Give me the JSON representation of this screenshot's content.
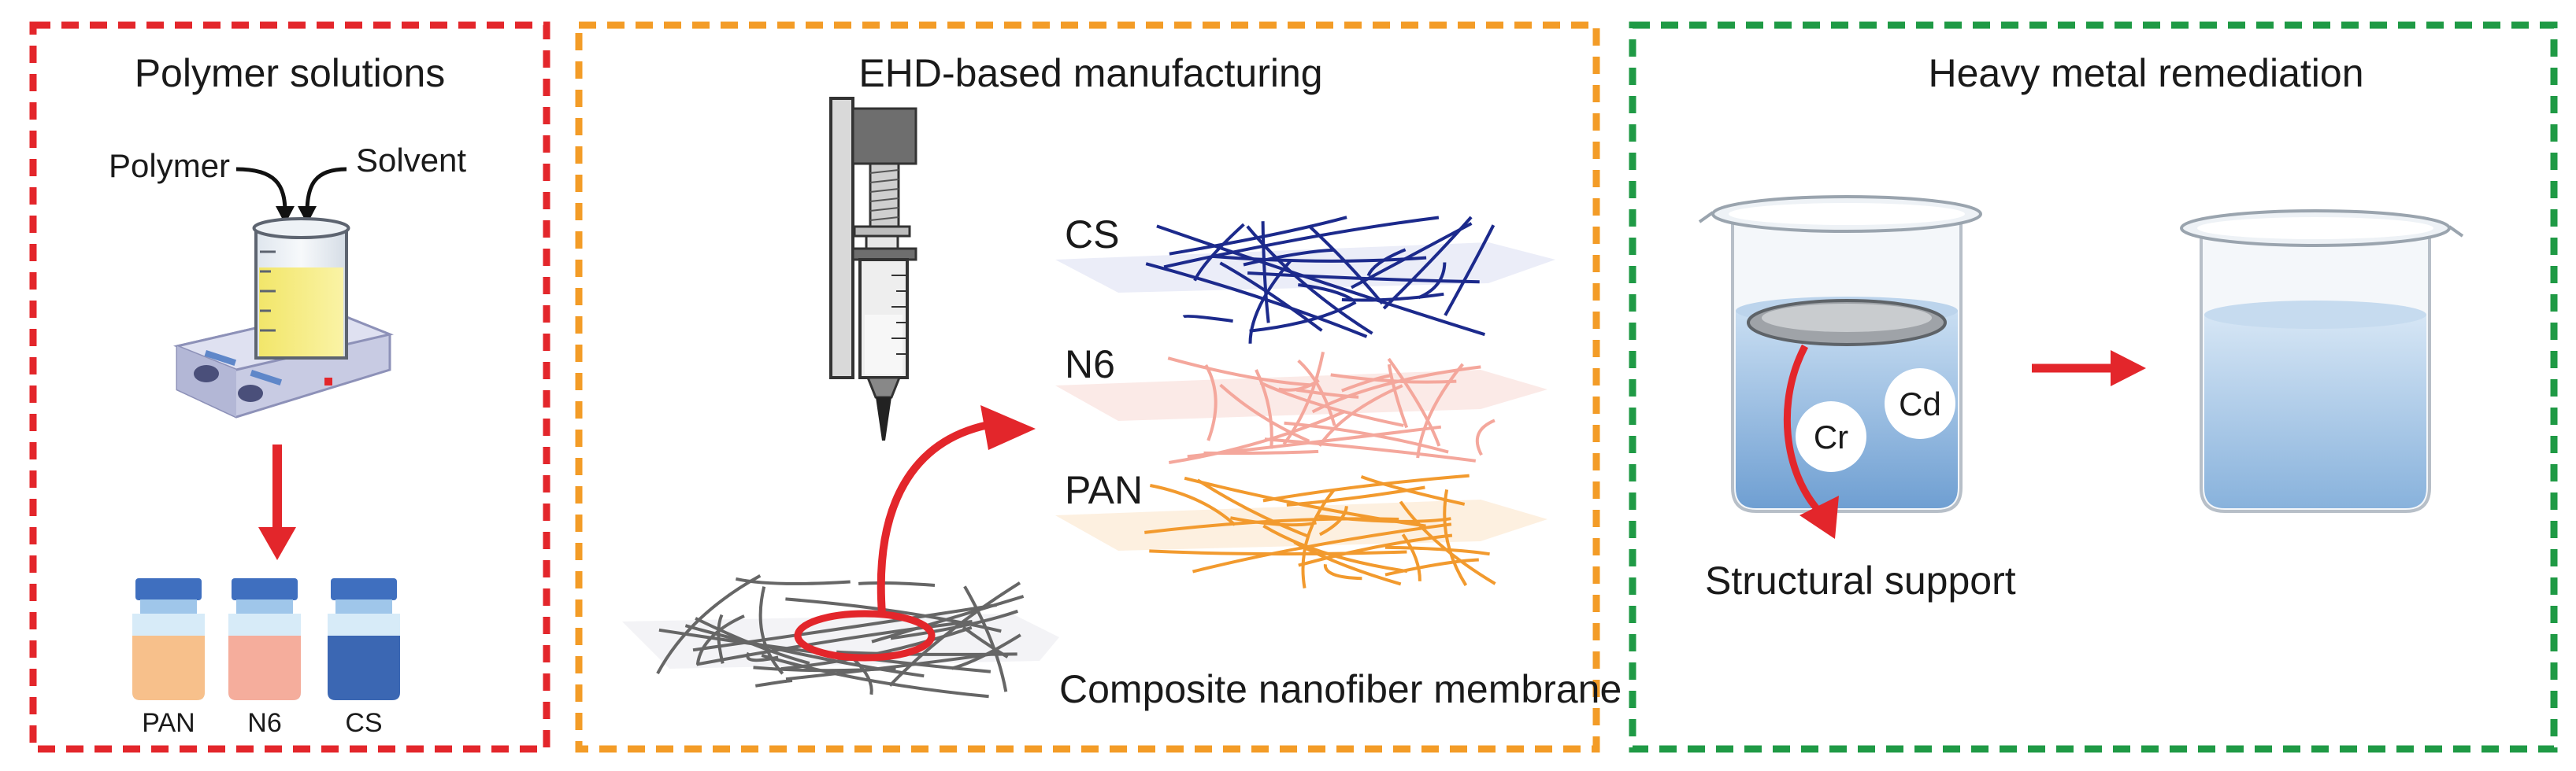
{
  "panels": {
    "polymer": {
      "title": "Polymer solutions",
      "input_left": "Polymer",
      "input_right": "Solvent",
      "vials": [
        {
          "label": "PAN",
          "color": "#f7c08b"
        },
        {
          "label": "N6",
          "color": "#f5ad9c"
        },
        {
          "label": "CS",
          "color": "#3b67b3"
        }
      ],
      "border_color": "#e3262b"
    },
    "ehd": {
      "title": "EHD-based manufacturing",
      "layers": [
        {
          "label": "CS",
          "fiber_color": "#1c2a8c"
        },
        {
          "label": "N6",
          "fiber_color": "#f4a79c"
        },
        {
          "label": "PAN",
          "fiber_color": "#f29a2e"
        }
      ],
      "membrane_label": "Composite nanofiber membrane",
      "base_fiber_color": "#666666",
      "border_color": "#f39c27"
    },
    "remediation": {
      "title": "Heavy metal remediation",
      "ions": [
        "Cr",
        "Cd"
      ],
      "support_label": "Structural support",
      "border_color": "#1f9a45"
    }
  },
  "colors": {
    "arrow": "#e3262b",
    "water": "#9ec3e6"
  }
}
